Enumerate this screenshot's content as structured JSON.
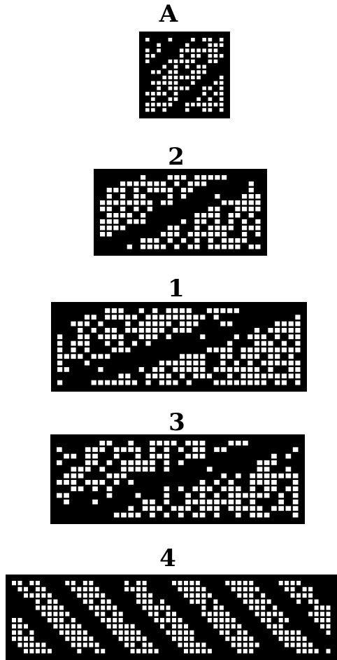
{
  "colors": {
    "ink": "#000000",
    "paper": "#ffffff"
  },
  "figures": [
    {
      "label": "A",
      "cols": 14,
      "rows": 14,
      "pattern": "twill-a"
    },
    {
      "label": "2",
      "cols": 24,
      "rows": 12,
      "pattern": "twill-2"
    },
    {
      "label": "1",
      "cols": 36,
      "rows": 12,
      "pattern": "twill-1"
    },
    {
      "label": "3",
      "cols": 34,
      "rows": 12,
      "pattern": "twill-3"
    },
    {
      "label": "4",
      "cols": 54,
      "rows": 12,
      "pattern": "twill-4"
    }
  ]
}
